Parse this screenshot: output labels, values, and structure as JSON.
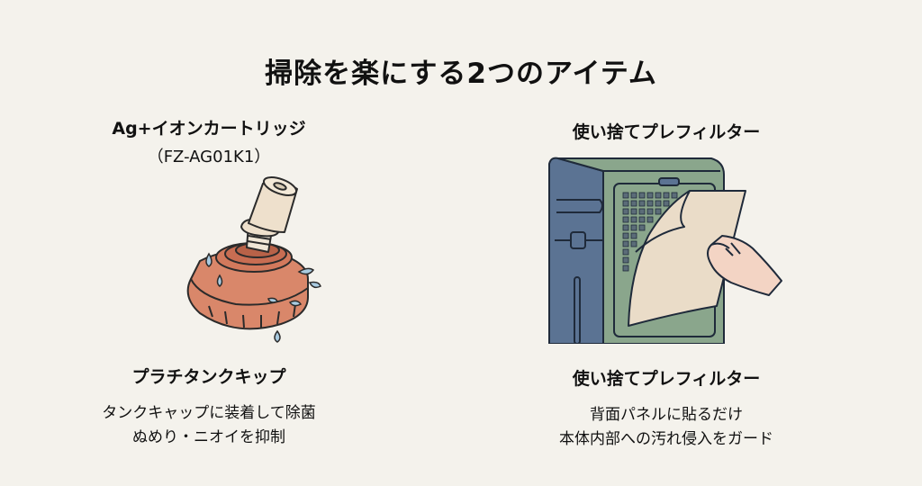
{
  "page": {
    "title": "掃除を楽にする2つのアイテム",
    "background": "#f4f2ec"
  },
  "items": [
    {
      "header": "Ag+イオンカートリッジ",
      "model": "（FZ-AG01K1）",
      "illustration": "tank-cap-cartridge-illustration",
      "name": "プラチタンクキップ",
      "description": [
        "タンクキャップに装着して除菌",
        "ぬめり・ニオイを抑制"
      ],
      "colors": {
        "cap": "#d9876a",
        "cartridge": "#eee0cc",
        "drops": "#a9cbe0"
      }
    },
    {
      "header": "使い捨てプレフィルター",
      "illustration": "air-purifier-prefilter-illustration",
      "name": "使い捨てプレフィルター",
      "description": [
        "背面パネルに貼るだけ",
        "本体内部への汚れ侵入をガード"
      ],
      "colors": {
        "side_panel": "#5b7393",
        "back_panel": "#8aa68c",
        "filter": "#eadcc8",
        "hand": "#f3d4c4"
      }
    }
  ]
}
